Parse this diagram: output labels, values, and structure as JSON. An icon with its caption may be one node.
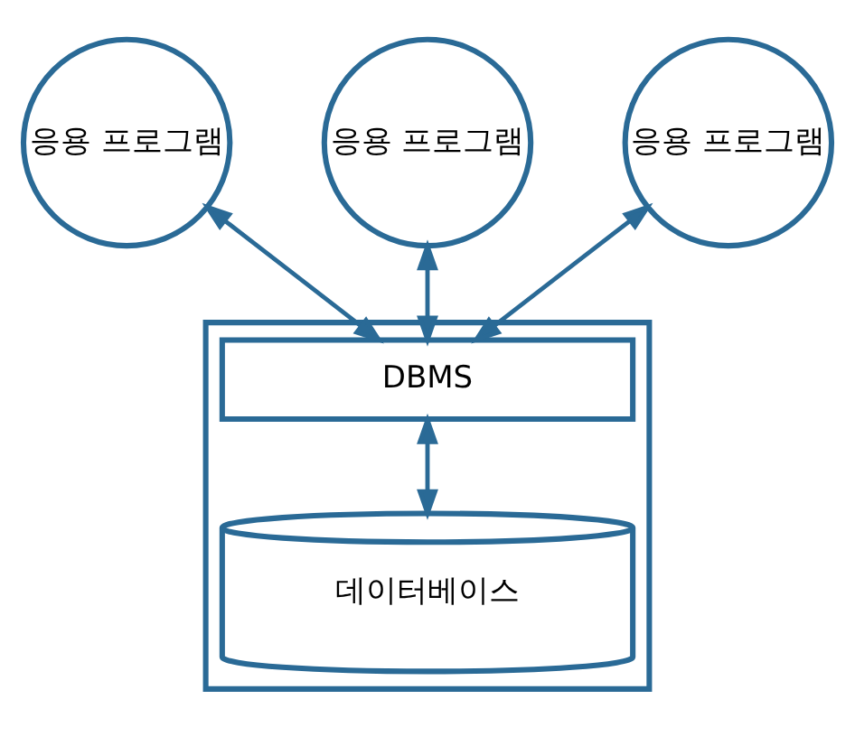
{
  "diagram": {
    "nodes": [
      {
        "text": [
          "응용 프로그램"
        ]
      },
      {
        "text": [
          "응용 프로그램"
        ]
      },
      {
        "text": [
          "응용 프로그램"
        ]
      },
      {
        "text": [],
        "shape": "box"
      },
      {
        "text": [
          "DBMS"
        ],
        "in": 3
      },
      {
        "text": [
          "데이터베이스"
        ],
        "in": 3
      }
    ],
    "edges": [
      {
        "from": 0,
        "to": 4,
        "arrow": "both"
      },
      {
        "from": 1,
        "to": 4,
        "arrow": "both"
      },
      {
        "from": 2,
        "to": 4,
        "arrow": "both"
      },
      {
        "from": 4,
        "to": 5,
        "arrow": "both"
      }
    ]
  }
}
